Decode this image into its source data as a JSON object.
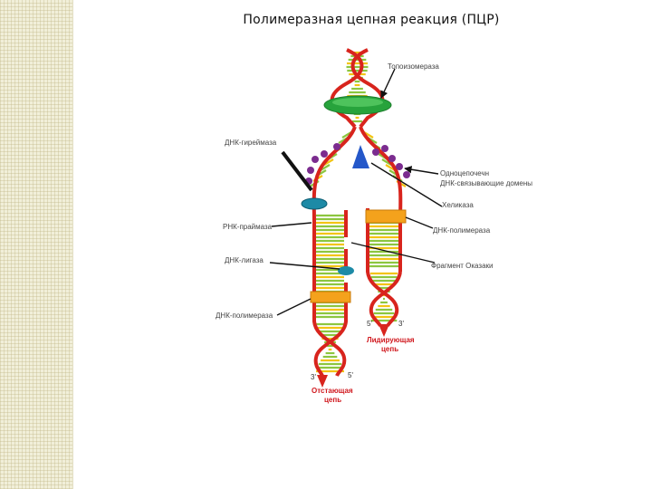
{
  "title": "Полимеразная цепная реакция (ПЦР)",
  "labels": {
    "topoisomerase": "Топоизомераза",
    "dna_gyrase": "ДНК-гиреймаза",
    "ssb_line1": "Одноцепочечн",
    "ssb_line2": "ДНК-связывающие домены",
    "helicase": "Хеликаза",
    "rna_primase": "РНК-праймаза",
    "dna_polymerase_right": "ДНК-полимераза",
    "dna_ligase": "ДНК-лигаза",
    "okazaki": "Фрагмент Оказаки",
    "dna_polymerase_left": "ДНК-полимераза",
    "leading_line1": "Лидирующая",
    "leading_line2": "цепь",
    "lagging_line1": "Отстающая",
    "lagging_line2": "цепь",
    "end_5_left": "5'",
    "end_3_right": "3'",
    "end_3_bottom": "3'",
    "end_5_bottom": "5'"
  },
  "colors": {
    "backbone": "#d8241d",
    "rungs": "#8cc63f",
    "rung_alt": "#f2c413",
    "topoisomerase": "#27a33c",
    "polymerase": "#f4a21c",
    "primase": "#1d8aa6",
    "helicase": "#2457c9",
    "ssb": "#7b2c8f",
    "label_red": "#d0181e"
  }
}
